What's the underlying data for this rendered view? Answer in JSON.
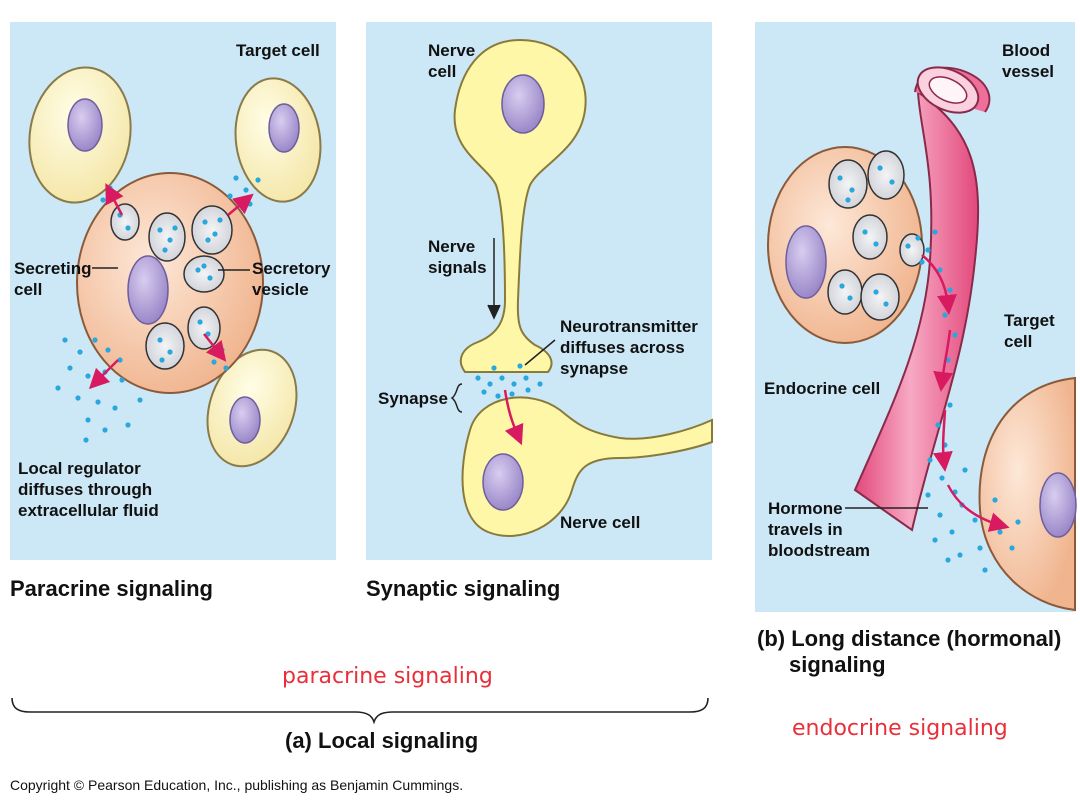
{
  "colors": {
    "panel_bg": "#cce8f6",
    "target_cell": "#fbf1bf",
    "secreting_cell": "#f5c6a5",
    "nucleus": "#b4a5d6",
    "dots": "#2aa7dc",
    "arrow": "#d81b60",
    "vessel": "#ee6f9a",
    "annotation_red": "#e8303a"
  },
  "icons": [
    "secreting-cell-icon",
    "target-cell-icon",
    "nerve-cell-icon",
    "blood-vessel-icon",
    "endocrine-cell-icon"
  ],
  "paracrine": {
    "target_cell": "Target cell",
    "secreting_1": "Secreting",
    "secreting_2": "cell",
    "vesicle_1": "Secretory",
    "vesicle_2": "vesicle",
    "regulator_1": "Local regulator",
    "regulator_2": "diffuses through",
    "regulator_3": "extracellular fluid",
    "caption": "Paracrine signaling"
  },
  "synaptic": {
    "nerve_cell_top_1": "Nerve",
    "nerve_cell_top_2": "cell",
    "signals_1": "Nerve",
    "signals_2": "signals",
    "neuro_1": "Neurotransmitter",
    "neuro_2": "diffuses across",
    "neuro_3": "synapse",
    "synapse": "Synapse",
    "nerve_cell_bottom": "Nerve cell",
    "caption": "Synaptic signaling"
  },
  "endocrine": {
    "blood_1": "Blood",
    "blood_2": "vessel",
    "target_1": "Target",
    "target_2": "cell",
    "endocrine_cell": "Endocrine cell",
    "hormone_1": "Hormone",
    "hormone_2": "travels in",
    "hormone_3": "bloodstream",
    "caption_1": "(b) Long distance (hormonal)",
    "caption_2": "signaling"
  },
  "annotations": {
    "paracrine_red": "paracrine signaling",
    "local_caption": "(a) Local signaling",
    "endocrine_red": "endocrine signaling"
  },
  "copyright": "Copyright © Pearson Education, Inc., publishing as Benjamin Cummings."
}
